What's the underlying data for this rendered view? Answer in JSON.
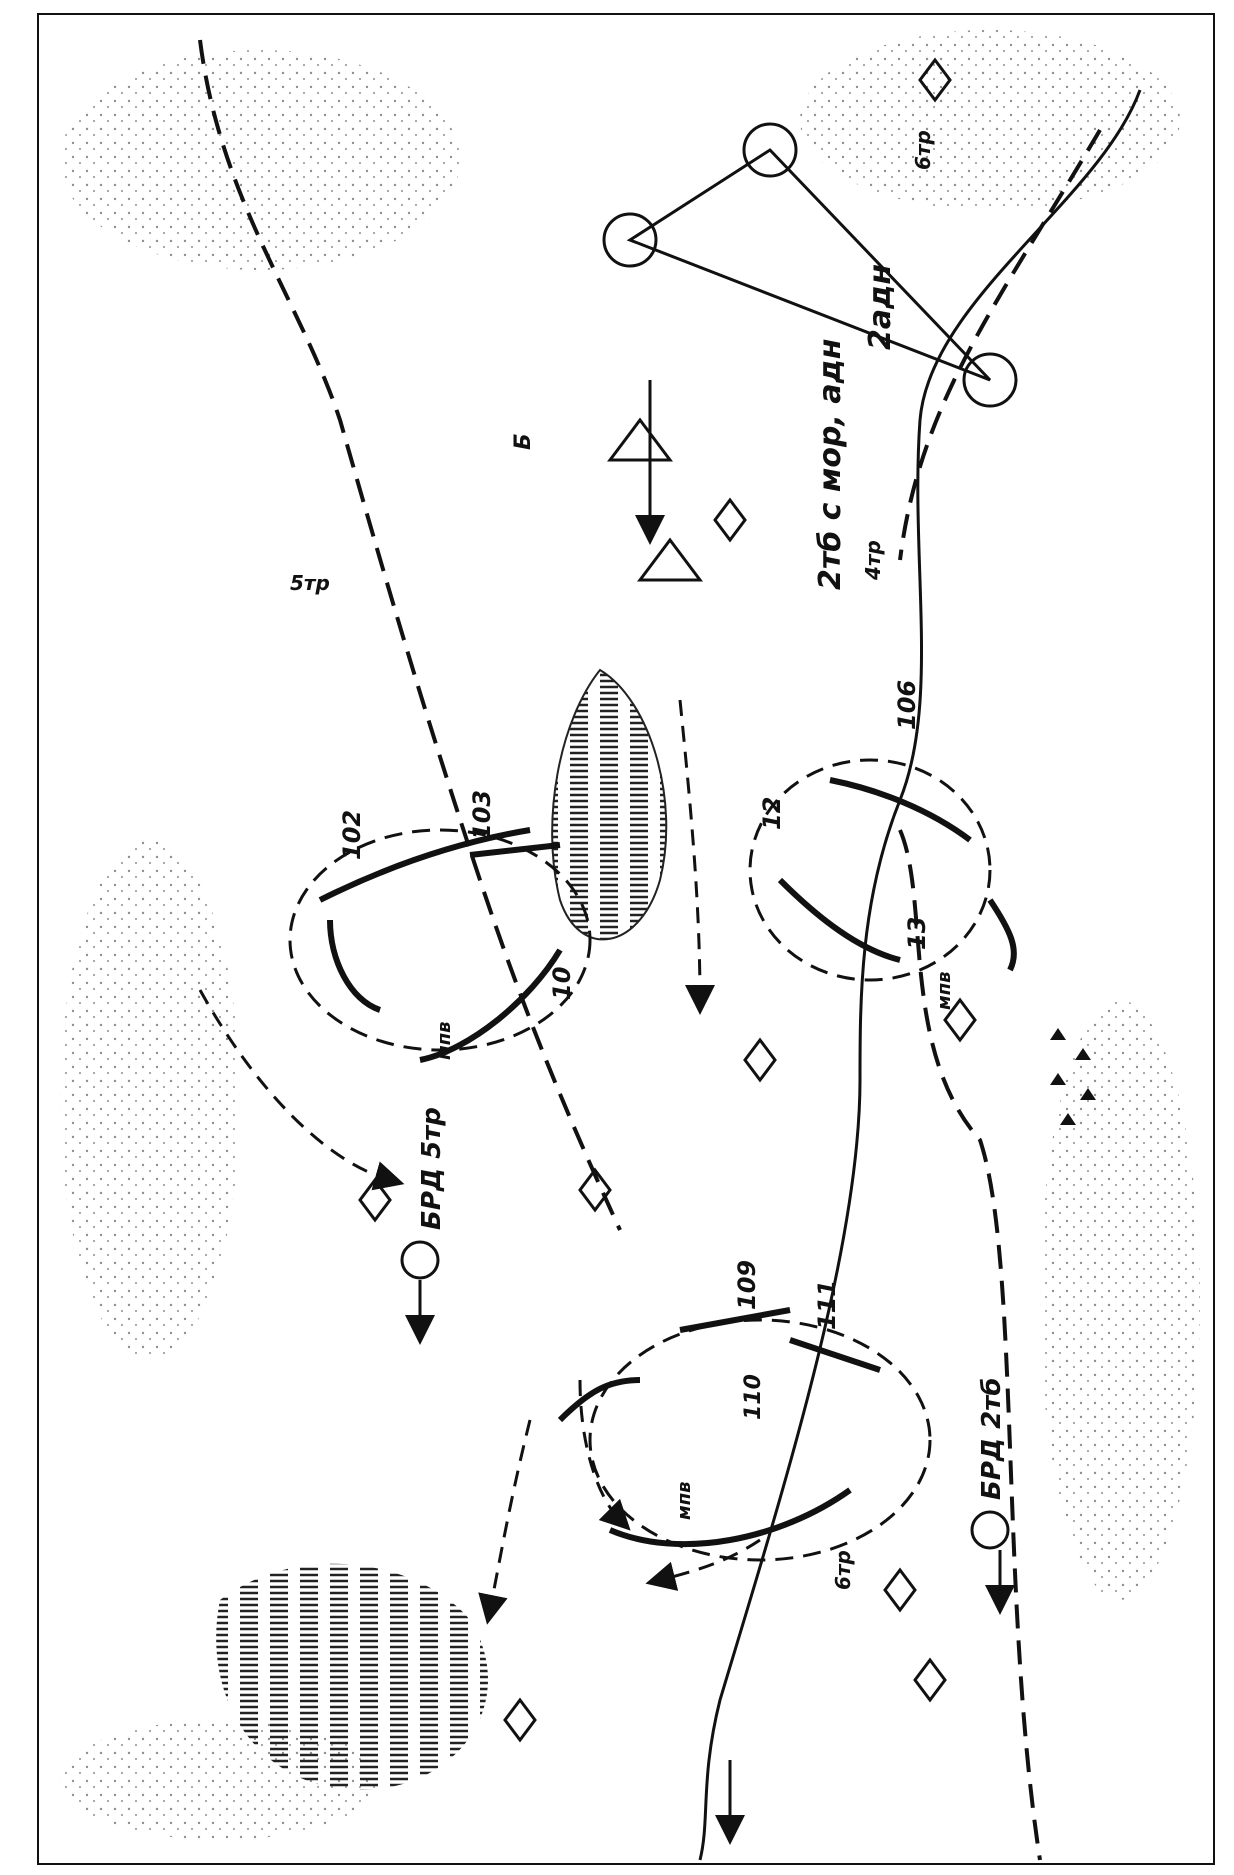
{
  "labels": {
    "adn2": "2адн",
    "tb2_mor_adn": "2тб с мор, адн",
    "tr4": "4тр",
    "tr5": "5тр",
    "tr6_top": "6тр",
    "tr6_bottom": "6тр",
    "brd_5tr": "БРД 5тр",
    "brd_2tb": "БРД 2тб",
    "pos_102": "102",
    "pos_103": "103",
    "pos_10": "10",
    "pos_106": "106",
    "pos_12": "12",
    "pos_13": "13",
    "pos_109": "109",
    "pos_111": "111",
    "pos_110": "110",
    "mpv_left": "мпв",
    "mpv_right": "мпв",
    "mpv_bottom": "мпв",
    "sym_b": "Б"
  },
  "colors": {
    "ink": "#111111",
    "paper": "#ffffff",
    "stipple": "#444444"
  }
}
